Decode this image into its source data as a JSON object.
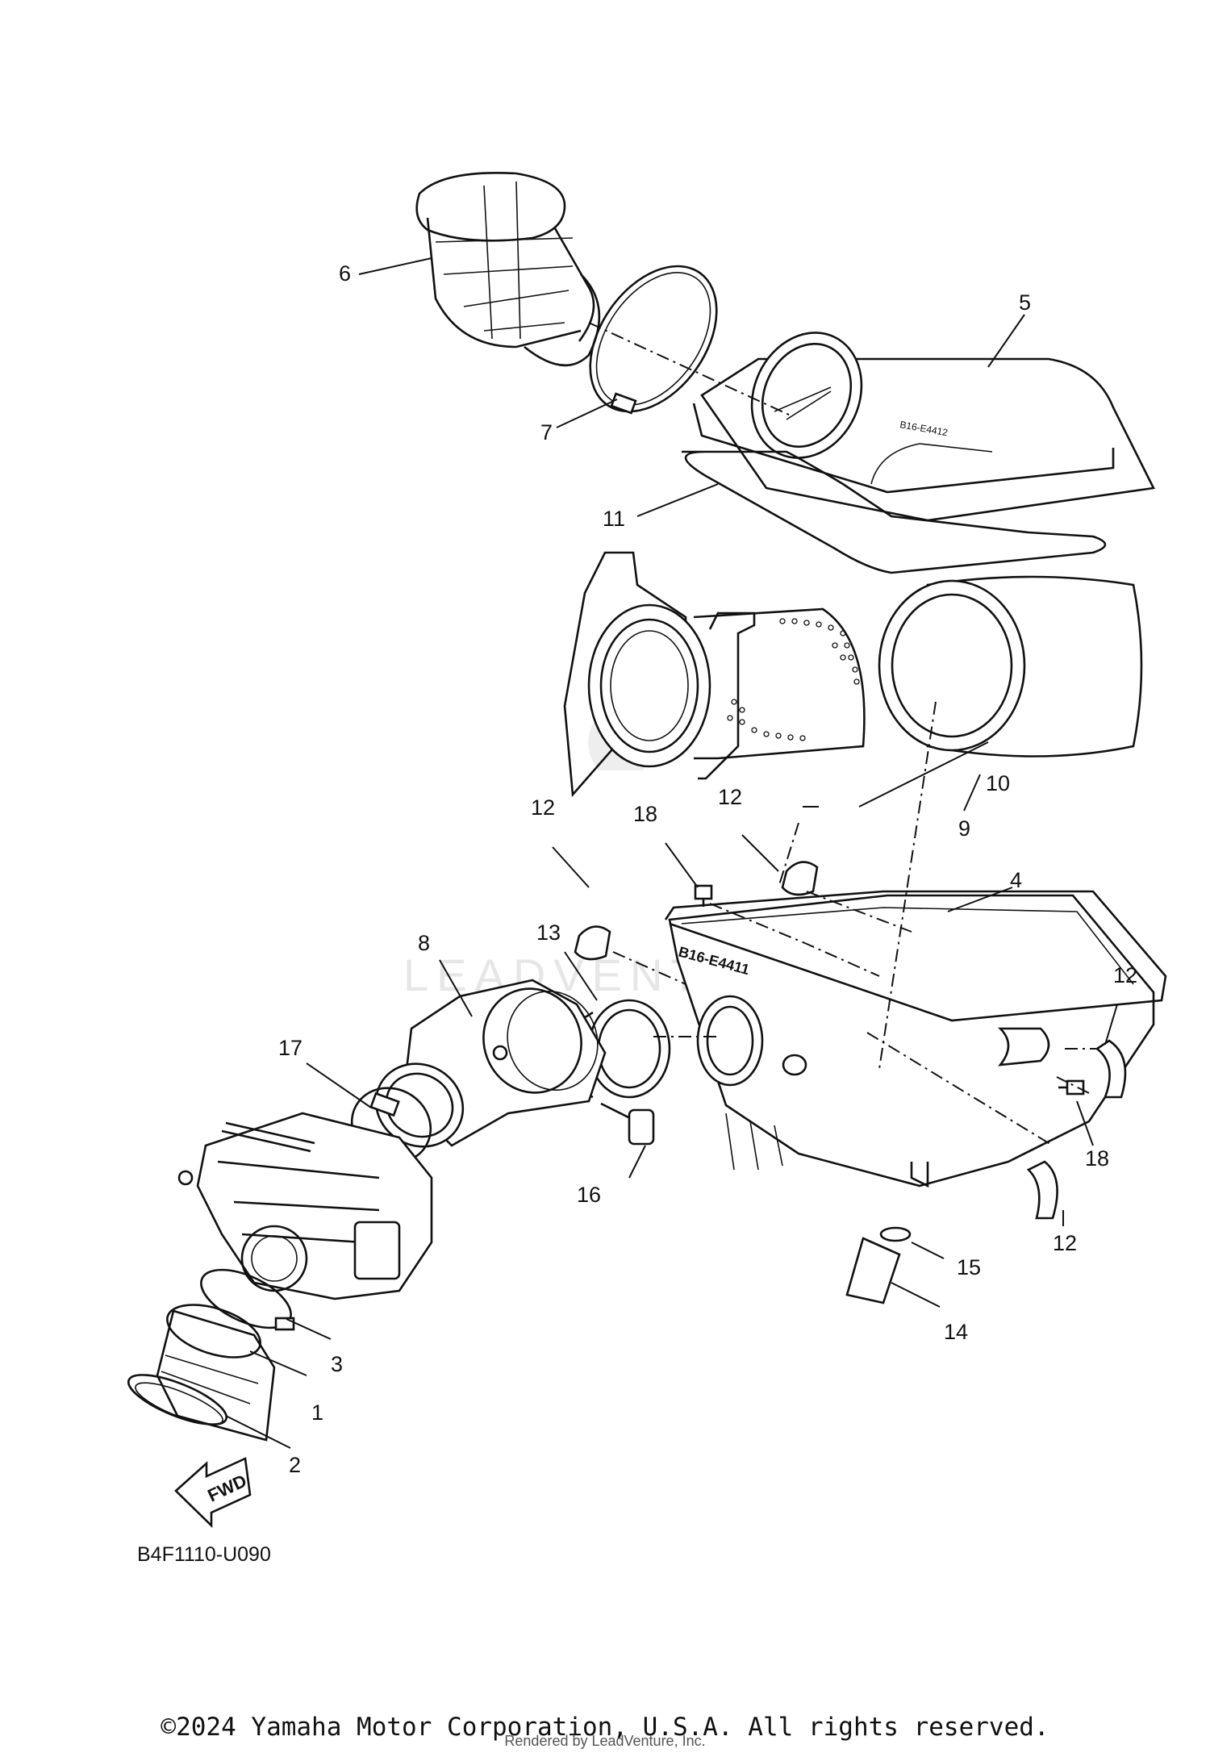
{
  "diagram": {
    "part_labels": {
      "p1": "1",
      "p2": "2",
      "p3": "3",
      "p4": "4",
      "p5": "5",
      "p6": "6",
      "p7": "7",
      "p8": "8",
      "p9": "9",
      "p10": "10",
      "p11": "11",
      "p12a": "12",
      "p12b": "12",
      "p12c": "12",
      "p12d": "12",
      "p13": "13",
      "p14": "14",
      "p15": "15",
      "p16": "16",
      "p17": "17",
      "p18a": "18",
      "p18b": "18"
    },
    "fwd_arrow_label": "FWD",
    "diagram_code": "B4F1110-U090",
    "stamp_airbox": "B16-E4411",
    "watermark": "LEADVENTURE"
  },
  "footer": {
    "copyright": "©2024 Yamaha Motor Corporation, U.S.A. All rights reserved.",
    "rendered_by": "Rendered by LeadVenture, Inc."
  }
}
